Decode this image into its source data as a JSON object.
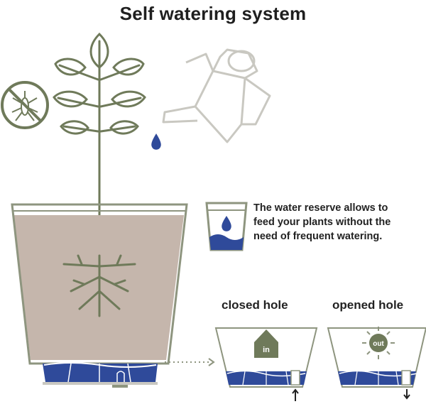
{
  "title": "Self watering system",
  "description_lines": [
    "The water reserve allows to",
    "feed your plants without the",
    "need of frequent watering."
  ],
  "closed_hole": {
    "label": "closed hole",
    "badge": "in"
  },
  "opened_hole": {
    "label": "opened hole",
    "badge": "out"
  },
  "icons": [
    "no-mosquito-icon",
    "watering-can-icon",
    "water-drop-icon",
    "plant-icon",
    "pot-icon",
    "water-reserve-cup-icon",
    "house-in-icon",
    "sun-out-icon",
    "arrow-up-icon",
    "arrow-down-icon"
  ],
  "colors": {
    "line": "#8e957f",
    "plant": "#6f7a5a",
    "soil": "#c5b6ac",
    "water": "#2f4a9a",
    "can": "#c9c8c1"
  }
}
